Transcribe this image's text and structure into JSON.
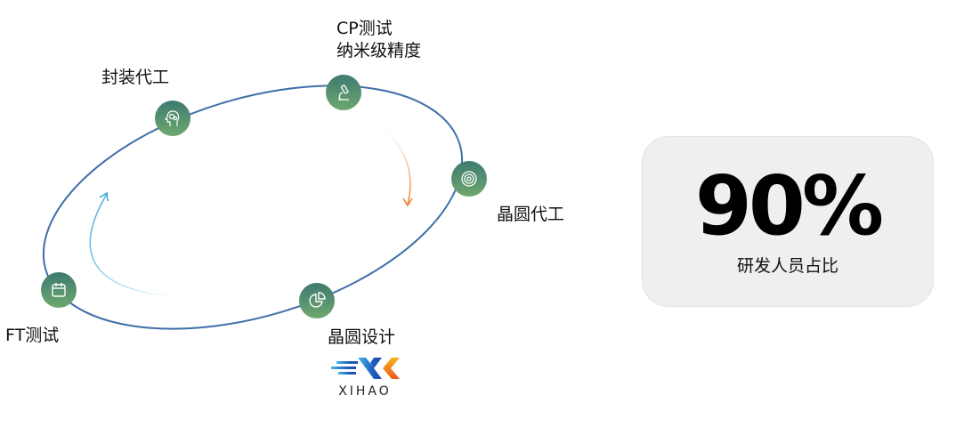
{
  "stages": [
    {
      "id": "ft",
      "label": "FT测试",
      "icon": "calendar-icon"
    },
    {
      "id": "packaging",
      "label": "封装代工",
      "icon": "head-gears-icon"
    },
    {
      "id": "cp",
      "label": "CP测试",
      "label2": "纳米级精度",
      "icon": "microscope-icon"
    },
    {
      "id": "foundry",
      "label": "晶圆代工",
      "icon": "target-icon"
    },
    {
      "id": "design",
      "label": "晶圆设计",
      "icon": "pie-chart-icon"
    }
  ],
  "logo": {
    "text": "XIHAO"
  },
  "stat": {
    "value": "90%",
    "label": "研发人员占比"
  },
  "colors": {
    "ellipse": "#3f6fa8",
    "node_top": "#3f7a72",
    "node_bottom": "#6da86d",
    "arrow_orange": "#f07d2c",
    "arrow_blue": "#3aa6d8",
    "card_bg": "#efefef"
  }
}
